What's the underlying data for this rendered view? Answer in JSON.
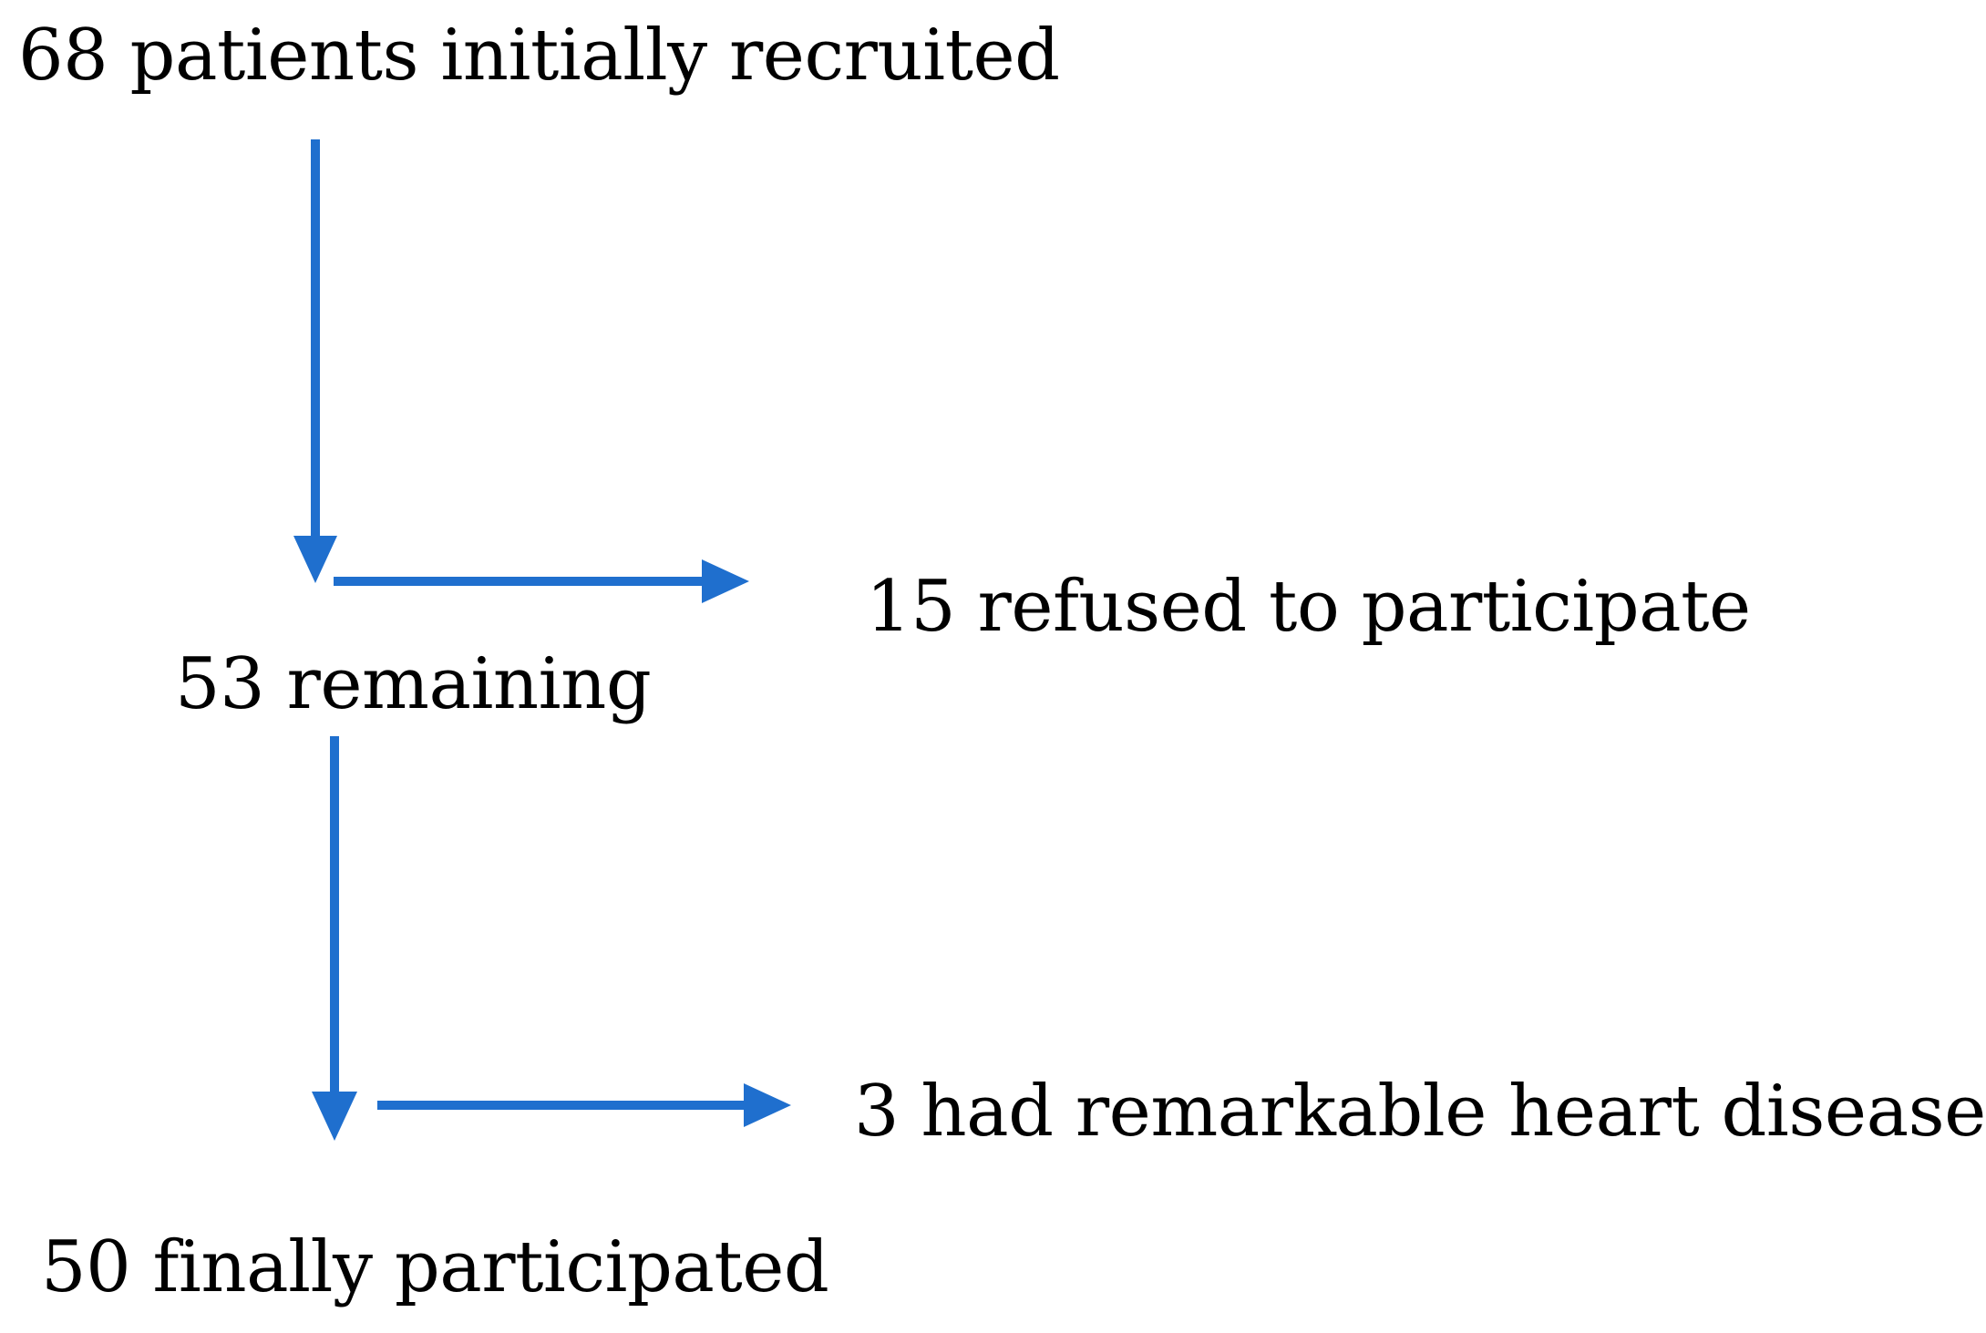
{
  "flow": {
    "recruited": "68 patients initially recruited",
    "refused": "15 refused to participate",
    "remaining": "53 remaining",
    "heart_disease": "3 had remarkable heart disease",
    "final": "50 finally participated"
  },
  "style": {
    "arrow_color": "#1f6fce",
    "text_color": "#000000",
    "background": "#ffffff"
  }
}
